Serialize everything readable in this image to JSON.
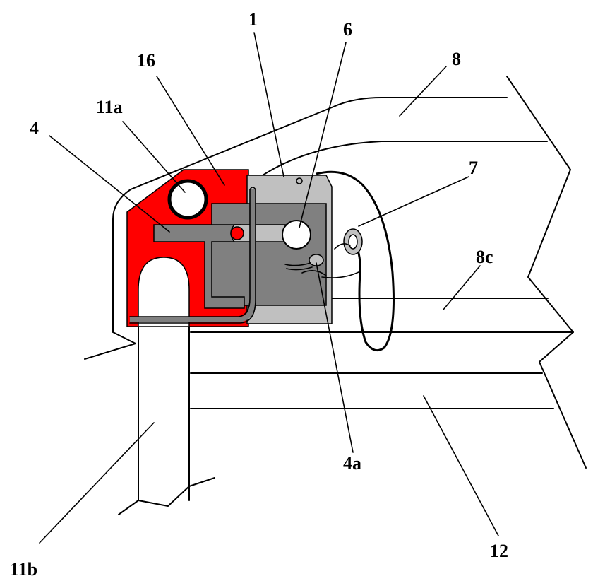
{
  "colors": {
    "red_part": "#ff0000",
    "dark_grey": "#808080",
    "light_grey": "#c0c0c0",
    "outline": "#000000",
    "background": "#ffffff"
  },
  "labels": {
    "l1": "1",
    "l6": "6",
    "l8": "8",
    "l16": "16",
    "l11a": "11a",
    "l4": "4",
    "l7": "7",
    "l8c": "8c",
    "l4a": "4a",
    "l12": "12",
    "l11b": "11b"
  }
}
